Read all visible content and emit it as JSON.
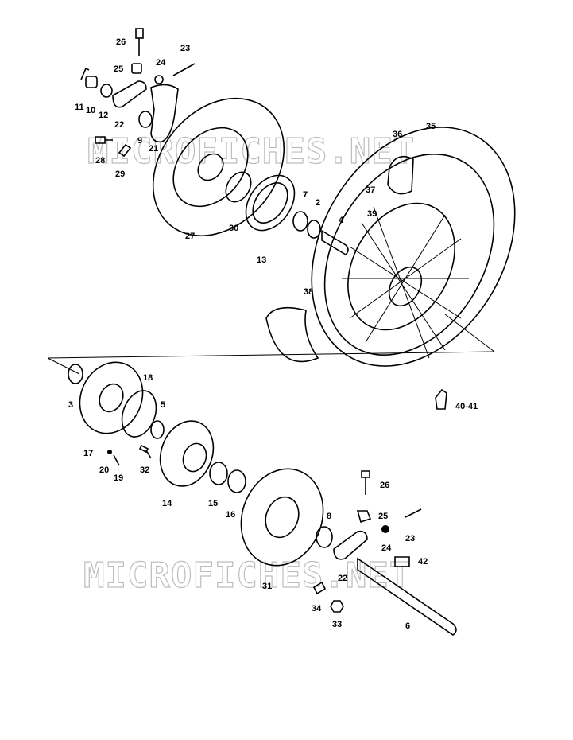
{
  "watermarks": [
    "MICROFICHES.NET",
    "MICROFICHES.NET"
  ],
  "labels": [
    "26",
    "25",
    "24",
    "23",
    "11",
    "10",
    "12",
    "22",
    "9",
    "21",
    "28",
    "29",
    "27",
    "30",
    "13",
    "7",
    "2",
    "4",
    "36",
    "35",
    "37",
    "39",
    "38",
    "3",
    "18",
    "5",
    "17",
    "20",
    "19",
    "32",
    "14",
    "15",
    "16",
    "40-41",
    "26",
    "25",
    "24",
    "23",
    "8",
    "42",
    "22",
    "31",
    "34",
    "33",
    "6"
  ]
}
